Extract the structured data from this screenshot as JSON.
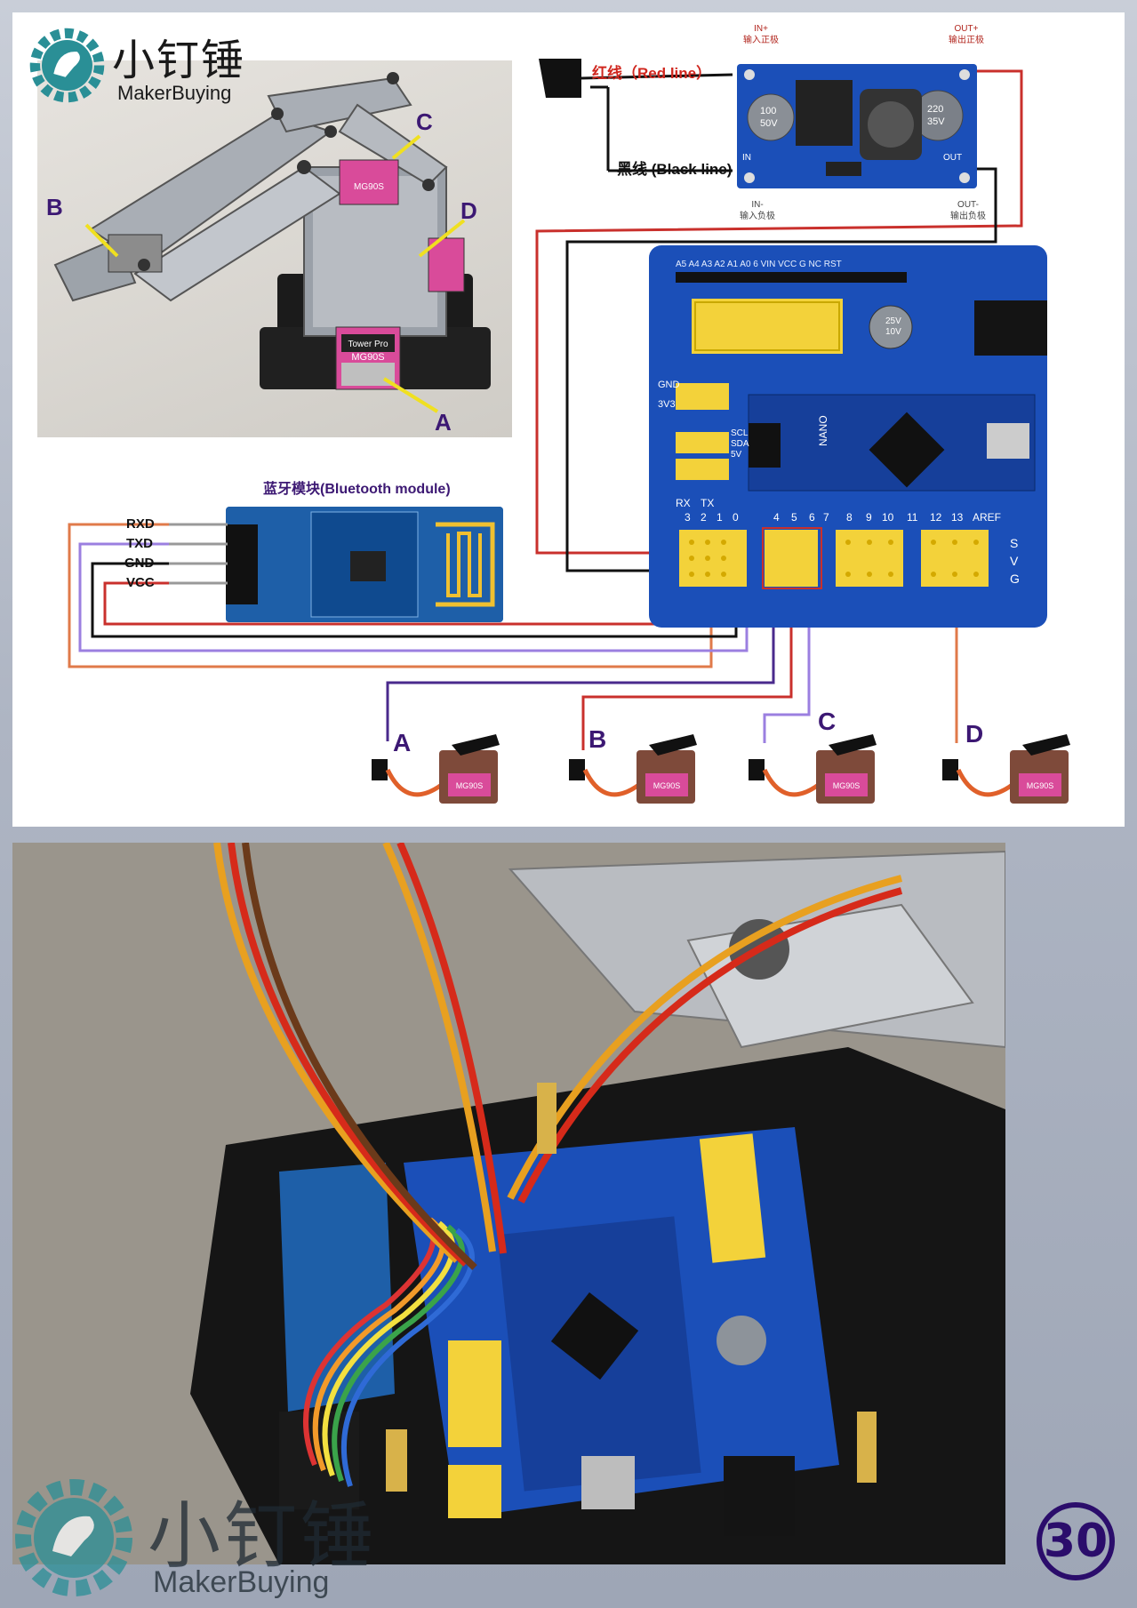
{
  "logo": {
    "cn": "小钉锤",
    "en": "MakerBuying"
  },
  "arm_photo": {
    "labels": [
      "A",
      "B",
      "C",
      "D"
    ],
    "servo_text": [
      "Tower Pro",
      "MG90S",
      "MG90S"
    ]
  },
  "power_module": {
    "red_line": "红线（Red line）",
    "black_line": "黑线 (Black line)",
    "in_plus": [
      "IN+",
      "输入正极"
    ],
    "in_minus": [
      "IN-",
      "输入负极"
    ],
    "out_plus": [
      "OUT+",
      "输出正极"
    ],
    "out_minus": [
      "OUT-",
      "输出负极"
    ],
    "board_text": [
      "OUT",
      "IN",
      "220",
      "35V",
      "100",
      "50V"
    ]
  },
  "bluetooth": {
    "title": "蓝牙模块(Bluetooth module)",
    "pins": [
      "RXD",
      "TXD",
      "GND",
      "VCC"
    ]
  },
  "shield": {
    "top_header": "A5 A4 A3 A2 A1 A0 6 VIN VCC G NC RST",
    "nano_label": "NANO",
    "pins_bottom": [
      "3",
      "2",
      "1",
      "0",
      "4",
      "5",
      "6",
      "7",
      "8",
      "9",
      "10",
      "11",
      "12",
      "13",
      "AREF"
    ],
    "side_labels": [
      "S",
      "V",
      "G",
      "GND",
      "3V3",
      "SCL",
      "SDA",
      "5V",
      "RX",
      "TX"
    ],
    "cap_text": [
      "25V",
      "10V"
    ]
  },
  "servos": [
    {
      "label": "A",
      "model": "MG90S"
    },
    {
      "label": "B",
      "model": "MG90S"
    },
    {
      "label": "C",
      "model": "MG90S"
    },
    {
      "label": "D",
      "model": "MG90S"
    }
  ],
  "page_number": "30",
  "colors": {
    "label_purple": "#3c1873",
    "wire_red": "#c9302c",
    "wire_black": "#111111",
    "wire_purple": "#9b7fe0",
    "wire_orange": "#e07a4a",
    "board_blue": "#1b4fb8"
  }
}
